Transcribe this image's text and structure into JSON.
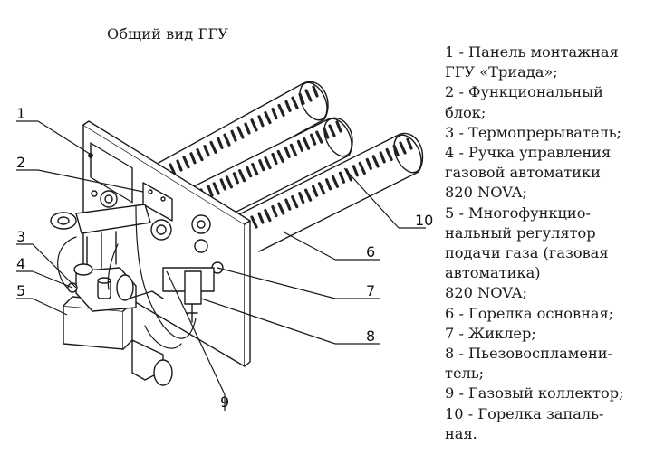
{
  "title": "Общий вид ГГУ",
  "callouts": [
    "1",
    "2",
    "3",
    "4",
    "5",
    "6",
    "7",
    "8",
    "9",
    "10"
  ],
  "legend": [
    "1 - Панель монтажная\nГГУ «Триада»;",
    "2 - Функциональный\nблок;",
    "3 - Термопрерыватель;",
    "4 - Ручка управления\nгазовой автоматики\n820 NOVA;",
    "5 - Многофункцио-\nнальный регулятор\nподачи газа (газовая\nавтоматика)\n820 NOVA;",
    "6 - Горелка основная;",
    "7 - Жиклер;",
    "8 - Пьезовоспламени-\nтель;",
    "9 - Газовый коллектор;",
    "10 - Горелка запаль-\nная."
  ]
}
